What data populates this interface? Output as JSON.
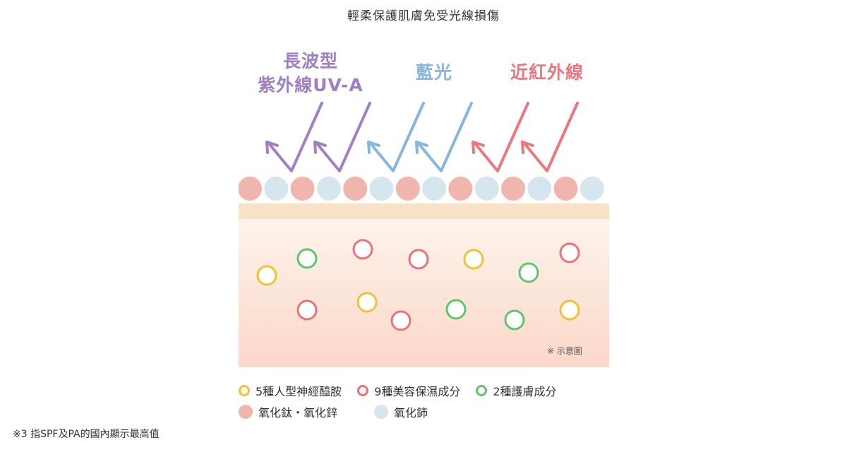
{
  "title": "輕柔保護肌膚免受光線損傷",
  "labels": {
    "uva_line1": "長波型",
    "uva_line2": "紫外線UV-A",
    "blue_light": "藍光",
    "infrared": "近紅外線"
  },
  "note": "※ 示意圖",
  "legend": {
    "ring_yellow": "5種人型神經醯胺",
    "ring_red": "9種美容保濕成分",
    "ring_green": "2種護膚成分",
    "dot_pink": "氧化鈦・氧化鋅",
    "dot_blue": "氧化鈰"
  },
  "footnote": "※3 指SPF及PA的國內顯示最高值",
  "colors": {
    "uva": "#a07fc2",
    "blue_light": "#88b5dc",
    "infrared": "#ea7680",
    "ring_yellow": "#f2c234",
    "ring_red": "#e9737d",
    "ring_green": "#62c46d",
    "dot_pink": "#f0b6ad",
    "dot_blue": "#d5e6ef",
    "band": "#f8e3c8",
    "skin_top": "#fef3ec",
    "skin_bottom": "#fbd8c8"
  },
  "rays": [
    {
      "type": "uva"
    },
    {
      "type": "uva"
    },
    {
      "type": "blue_light"
    },
    {
      "type": "blue_light"
    },
    {
      "type": "infrared"
    },
    {
      "type": "infrared"
    }
  ],
  "dot_sequence": [
    "pink",
    "blue",
    "pink",
    "blue",
    "pink",
    "blue",
    "pink",
    "blue",
    "pink",
    "blue",
    "pink",
    "blue",
    "pink",
    "blue"
  ],
  "ingredients": [
    {
      "kind": "ring_yellow"
    },
    {
      "kind": "ring_green"
    },
    {
      "kind": "ring_red"
    },
    {
      "kind": "ring_red"
    },
    {
      "kind": "ring_yellow"
    },
    {
      "kind": "ring_green"
    },
    {
      "kind": "ring_red"
    },
    {
      "kind": "ring_red"
    },
    {
      "kind": "ring_yellow"
    },
    {
      "kind": "ring_green"
    },
    {
      "kind": "ring_red"
    },
    {
      "kind": "ring_green"
    },
    {
      "kind": "ring_yellow"
    }
  ]
}
